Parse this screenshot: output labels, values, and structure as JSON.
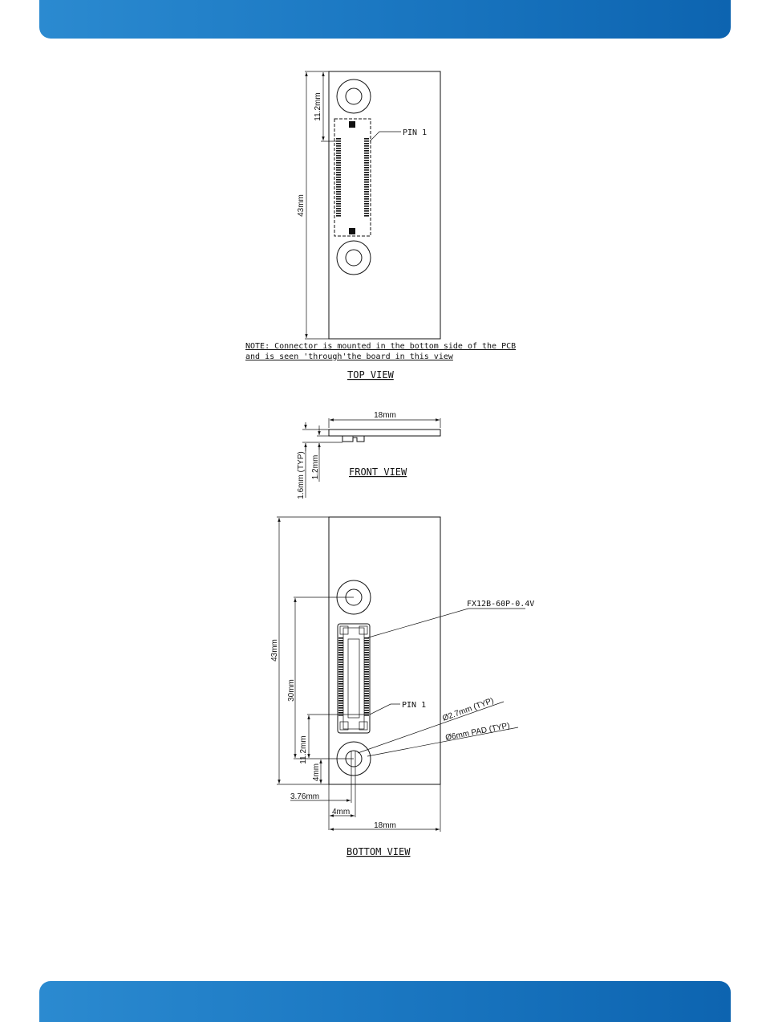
{
  "colors": {
    "band": "#1c79c3",
    "line": "#111111"
  },
  "top_view": {
    "dim_height": "43mm",
    "dim_hole": "11.2mm",
    "pin_label": "PIN 1",
    "note_line1": "NOTE: Connector is mounted in the bottom side of the PCB",
    "note_line2": "and is seen 'through'the board in this view",
    "title": "TOP VIEW"
  },
  "front_view": {
    "dim_width": "18mm",
    "dim_total": "1.6mm (TYP)",
    "dim_board": "1.2mm",
    "title": "FRONT VIEW"
  },
  "bottom_view": {
    "connector_label": "FX12B-60P-0.4V",
    "pin_label": "PIN 1",
    "hole_label": "Ø2.7mm (TYP)",
    "pad_label": "Ø6mm PAD (TYP)",
    "dim_height": "43mm",
    "dim_pitch": "30mm",
    "dim_hole": "11.2mm",
    "dim_4v": "4mm",
    "dim_376": "3.76mm",
    "dim_4h": "4mm",
    "dim_width": "18mm",
    "title": "BOTTOM VIEW"
  }
}
